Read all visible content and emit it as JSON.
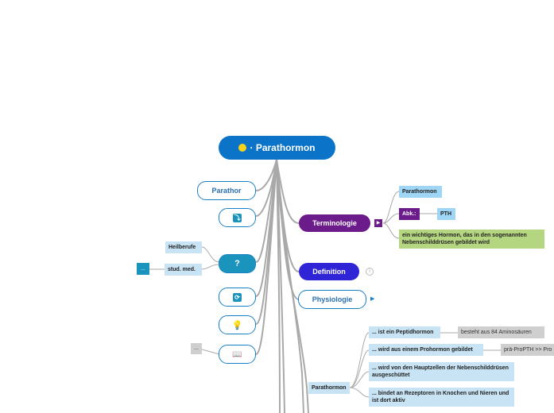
{
  "root": {
    "label": "Parathormon"
  },
  "left_nodes": {
    "parathor": "Parathor",
    "question": "?",
    "heilberufe": "Heilberufe",
    "stud_med": "stud. med.",
    "ellipsis_1": "...",
    "ellipsis_2": "..."
  },
  "icons": {
    "root": "yellow-circle-icon",
    "node1": "arrow-icon",
    "node3": "refresh-icon",
    "node4": "lightbulb-icon",
    "node5": "book-icon"
  },
  "terminologie": {
    "label": "Terminologie",
    "parathormon": "Parathormon",
    "abk": "Abk.:",
    "pth": "PTH",
    "desc": "ein wichtiges Hormon, das in den sogenannten Nebenschilddrüsen gebildet wird"
  },
  "definition": {
    "label": "Definition"
  },
  "physiologie": {
    "label": "Physiologie",
    "parathormon": "Parathormon",
    "items": [
      "... ist ein Peptidhormon",
      "... wird aus einem Prohormon gebildet",
      "... wird von den Hauptzellen der Nebenschilddrüsen ausgeschüttet",
      "... bindet an Rezeptoren in Knochen und Nieren und ist dort aktiv"
    ],
    "notes": [
      "besteht aus 84 Aminosäuren",
      "prä-ProPTH >> Pro"
    ]
  },
  "colors": {
    "root": "#0b74c8",
    "purple": "#6b1b8a",
    "blue": "#2f25d6",
    "teal": "#1b94bd",
    "link": "#a9a9a9"
  }
}
